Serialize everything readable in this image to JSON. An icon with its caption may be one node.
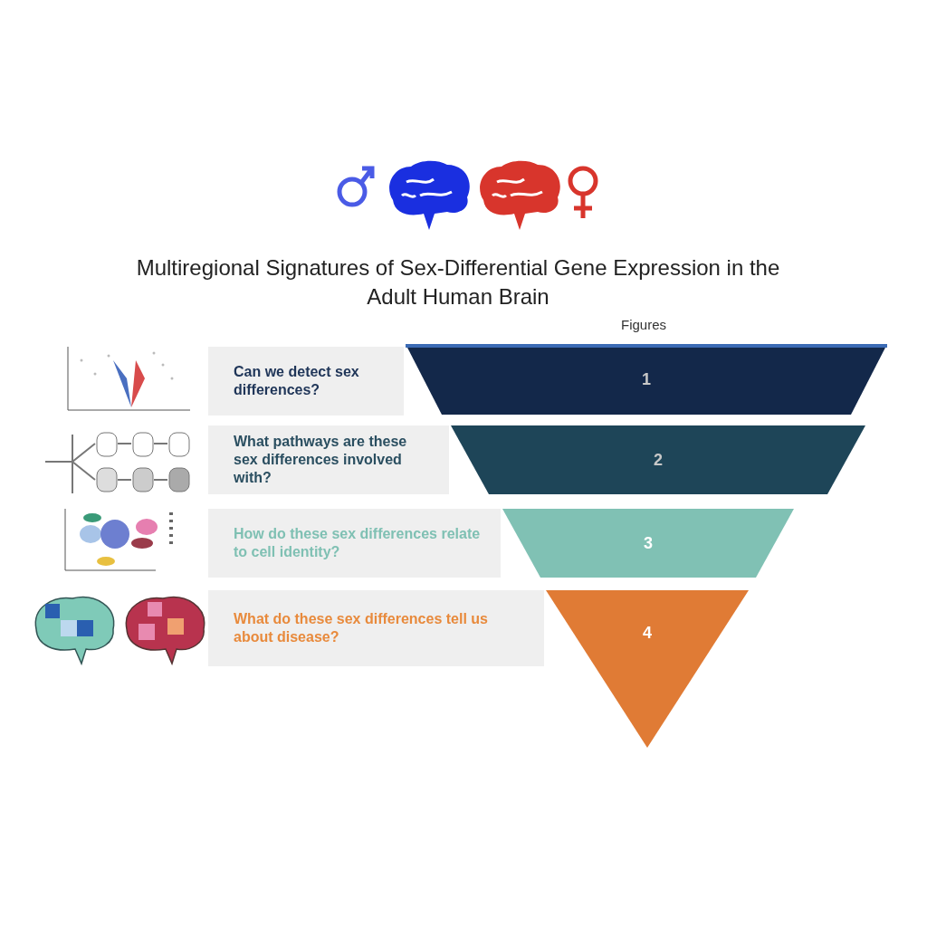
{
  "diagram": {
    "title": "Multiregional Signatures of Sex-Differential Gene Expression in the Adult Human Brain",
    "nodes": [
      {
        "text": [
          "Can we detect sex differences?"
        ]
      },
      {
        "text": [
          "1"
        ]
      },
      {
        "text": [
          "What pathways are these sex differences involved with?"
        ]
      },
      {
        "text": [
          "2"
        ]
      },
      {
        "text": [
          "How do these sex differences relate to cell identity?"
        ]
      },
      {
        "text": [
          "3"
        ]
      },
      {
        "text": [
          "What do these sex differences tell us about disease?"
        ]
      },
      {
        "text": [
          "4"
        ]
      }
    ],
    "edges": [],
    "labels": [
      "Figures"
    ]
  }
}
